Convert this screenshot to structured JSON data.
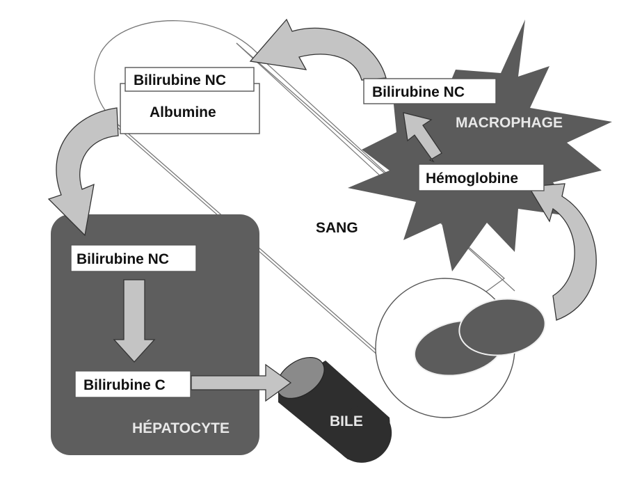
{
  "labels": {
    "bili_nc_blood": "Bilirubine NC",
    "albumine": "Albumine",
    "bili_nc_macrophage": "Bilirubine NC",
    "macrophage": "MACROPHAGE",
    "hemoglobine": "Hémoglobine",
    "sang": "SANG",
    "bili_nc_hepato": "Bilirubine NC",
    "bili_c": "Bilirubine C",
    "hepatocyte": "HÉPATOCYTE",
    "bile": "BILE"
  },
  "colors": {
    "hepatocyte_fill": "#5e5e5e",
    "macrophage_fill": "#5b5b5b",
    "bile_fill": "#2e2e2e",
    "bile_top": "#8a8a8a",
    "rbc_fill": "#5c5c5c",
    "arrow_fill": "#c4c4c4"
  }
}
